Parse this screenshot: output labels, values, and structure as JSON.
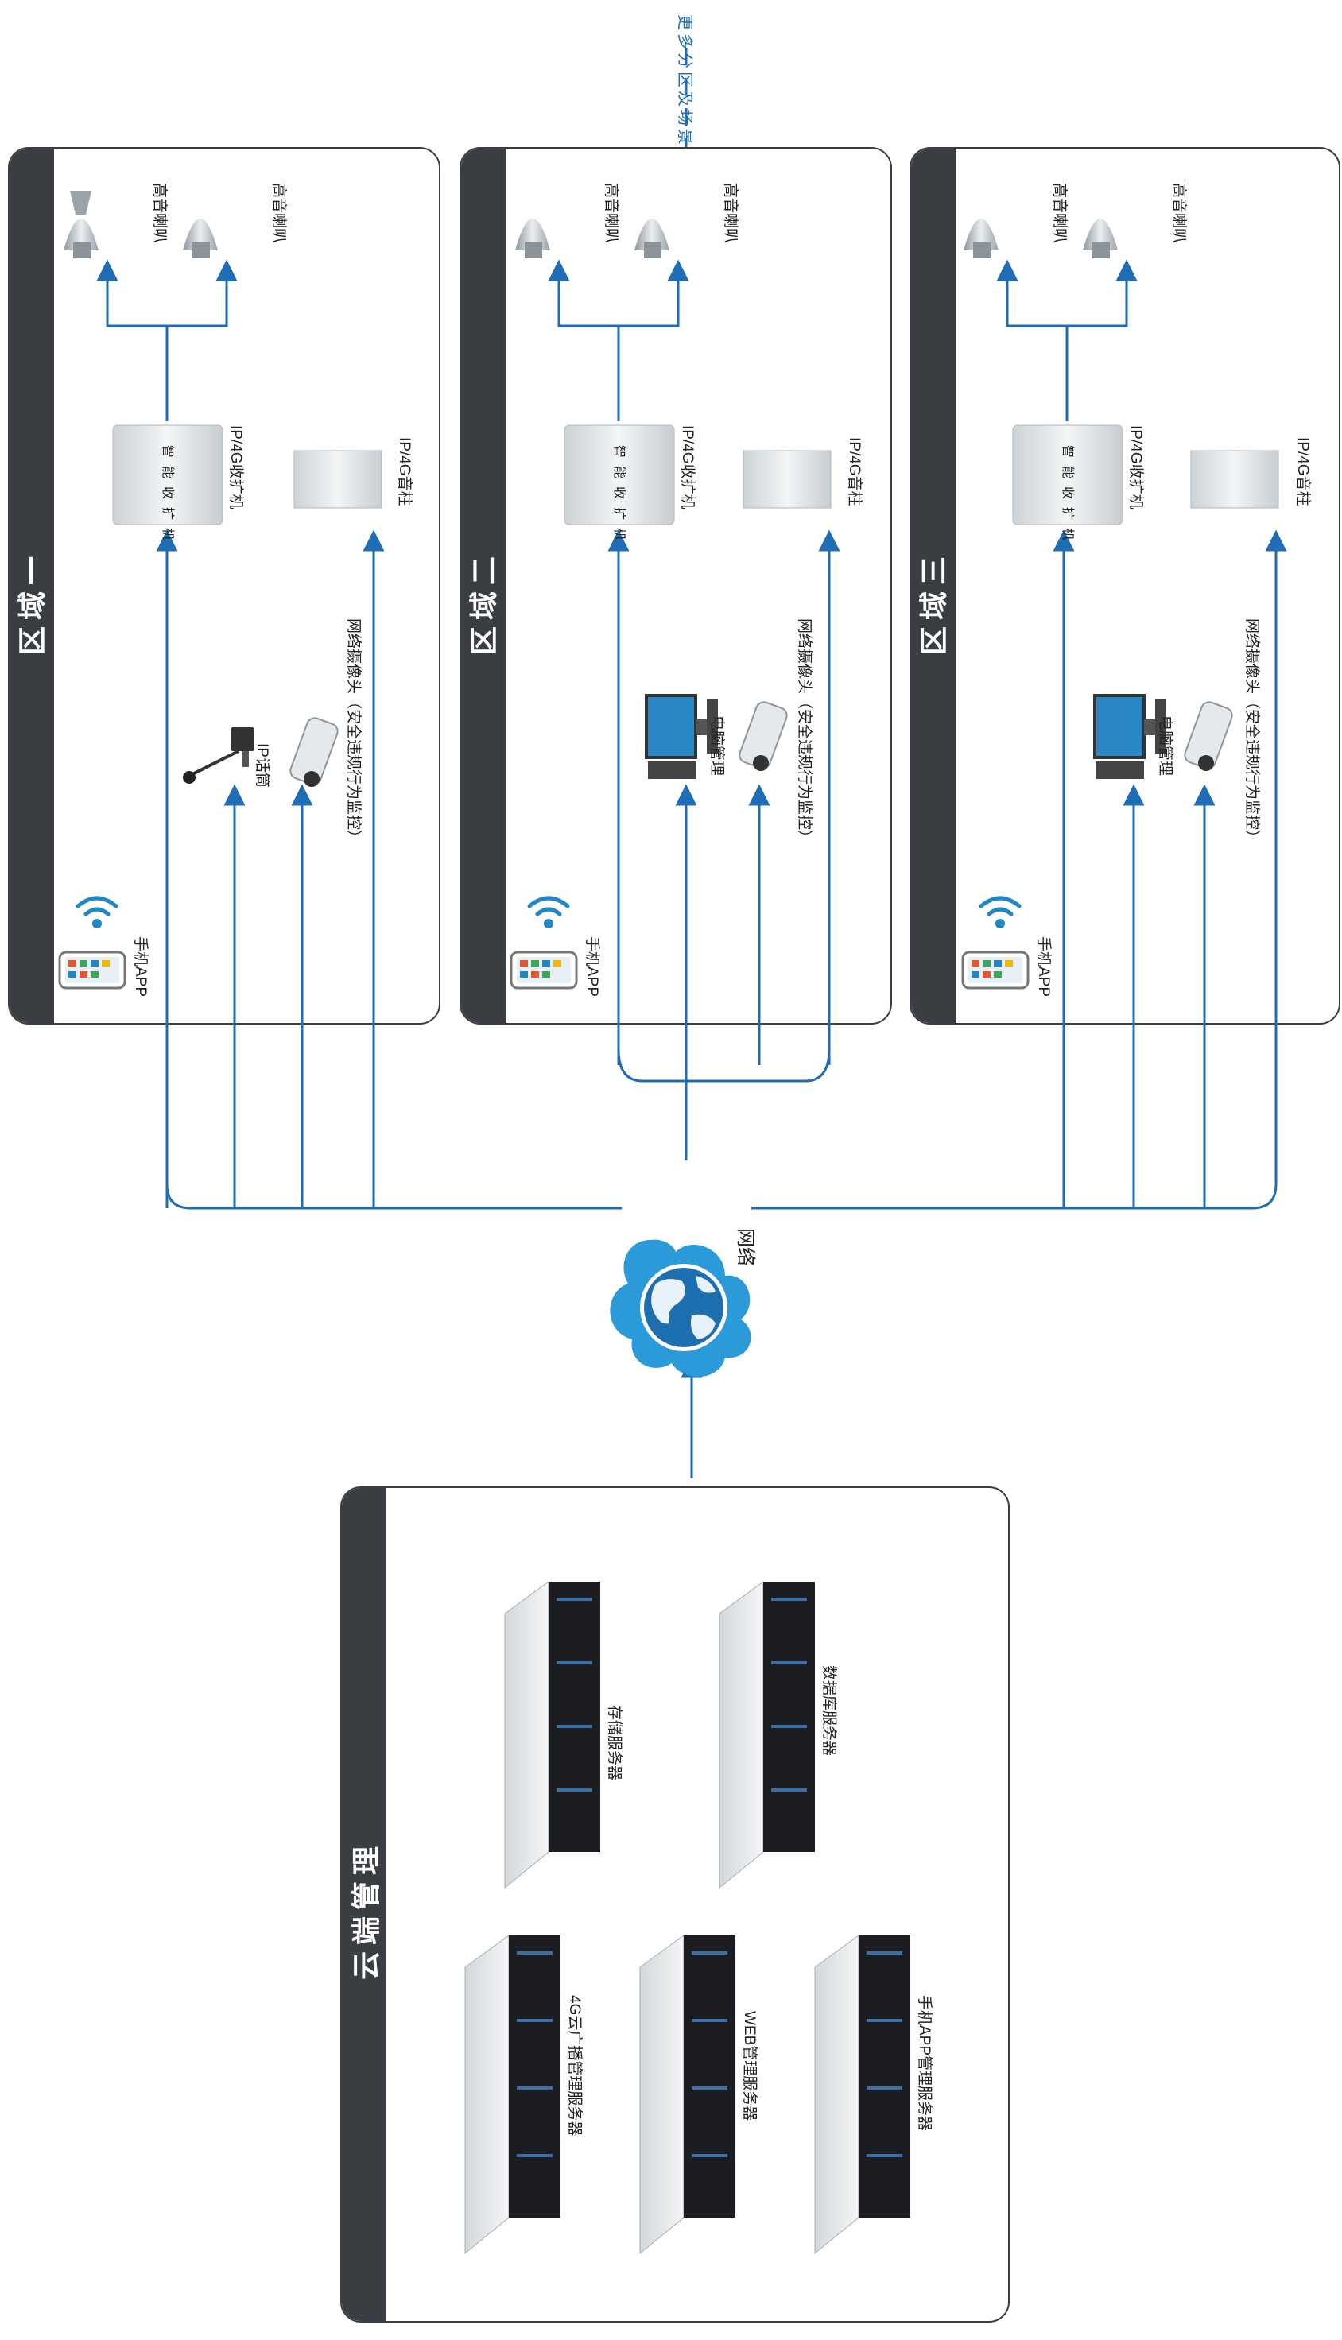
{
  "more_scenes": "更多分区及场景",
  "network_label": "网络",
  "zones": [
    {
      "title": "区域一",
      "speaker1": "高音喇叭",
      "speaker2": "高音喇叭",
      "amplifier": "IP/4G收扩机",
      "amplifier_face": "智能收扩机",
      "column": "IP/4G音柱",
      "device": "IP话筒",
      "camera": "网络摄像头（安全违规行为监控）",
      "phone": "手机APP"
    },
    {
      "title": "区域二",
      "speaker1": "高音喇叭",
      "speaker2": "高音喇叭",
      "amplifier": "IP/4G收扩机",
      "amplifier_face": "智能收扩机",
      "column": "IP/4G音柱",
      "device": "电脑管理",
      "camera": "网络摄像头（安全违规行为监控）",
      "phone": "手机APP"
    },
    {
      "title": "区域三",
      "speaker1": "高音喇叭",
      "speaker2": "高音喇叭",
      "amplifier": "IP/4G收扩机",
      "amplifier_face": "智能收扩机",
      "column": "IP/4G音柱",
      "device": "电脑管理",
      "camera": "网络摄像头（安全违规行为监控）",
      "phone": "手机APP"
    }
  ],
  "cloud": {
    "title": "云端管理",
    "servers": [
      "存储服务器",
      "数据库服务器",
      "4G云广播管理服务器",
      "WEB管理服务器",
      "手机APP管理服务器"
    ]
  },
  "colors": {
    "line": "#1f6db4",
    "panel": "#3a3d42",
    "cloud": "#2a9ad8"
  }
}
